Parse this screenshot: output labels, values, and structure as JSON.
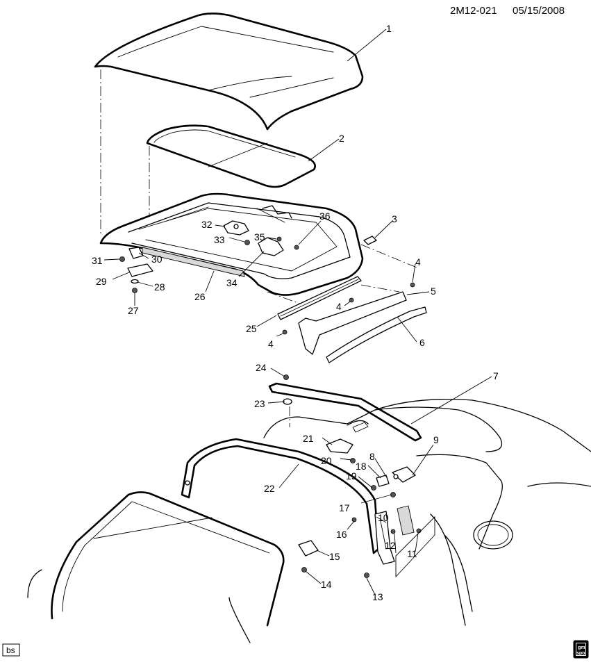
{
  "header": {
    "code": "2M12-021",
    "date": "05/15/2008"
  },
  "footer": {
    "badge": "bs",
    "logo_line1": "gm",
    "logo_line2": "spo"
  },
  "callouts": [
    {
      "id": "c1",
      "text": "1"
    },
    {
      "id": "c2",
      "text": "2"
    },
    {
      "id": "c3",
      "text": "3"
    },
    {
      "id": "c4a",
      "text": "4"
    },
    {
      "id": "c4b",
      "text": "4"
    },
    {
      "id": "c4c",
      "text": "4"
    },
    {
      "id": "c5",
      "text": "5"
    },
    {
      "id": "c6",
      "text": "6"
    },
    {
      "id": "c7",
      "text": "7"
    },
    {
      "id": "c8",
      "text": "8"
    },
    {
      "id": "c9",
      "text": "9"
    },
    {
      "id": "c10",
      "text": "10"
    },
    {
      "id": "c11",
      "text": "11"
    },
    {
      "id": "c12",
      "text": "12"
    },
    {
      "id": "c13",
      "text": "13"
    },
    {
      "id": "c14",
      "text": "14"
    },
    {
      "id": "c15",
      "text": "15"
    },
    {
      "id": "c16",
      "text": "16"
    },
    {
      "id": "c17",
      "text": "17"
    },
    {
      "id": "c18",
      "text": "18"
    },
    {
      "id": "c19",
      "text": "19"
    },
    {
      "id": "c20",
      "text": "20"
    },
    {
      "id": "c21",
      "text": "21"
    },
    {
      "id": "c22",
      "text": "22"
    },
    {
      "id": "c23",
      "text": "23"
    },
    {
      "id": "c24",
      "text": "24"
    },
    {
      "id": "c25",
      "text": "25"
    },
    {
      "id": "c26",
      "text": "26"
    },
    {
      "id": "c27",
      "text": "27"
    },
    {
      "id": "c28",
      "text": "28"
    },
    {
      "id": "c29",
      "text": "29"
    },
    {
      "id": "c30",
      "text": "30"
    },
    {
      "id": "c31",
      "text": "31"
    },
    {
      "id": "c32",
      "text": "32"
    },
    {
      "id": "c33",
      "text": "33"
    },
    {
      "id": "c34",
      "text": "34"
    },
    {
      "id": "c35",
      "text": "35"
    },
    {
      "id": "c36",
      "text": "36"
    }
  ]
}
